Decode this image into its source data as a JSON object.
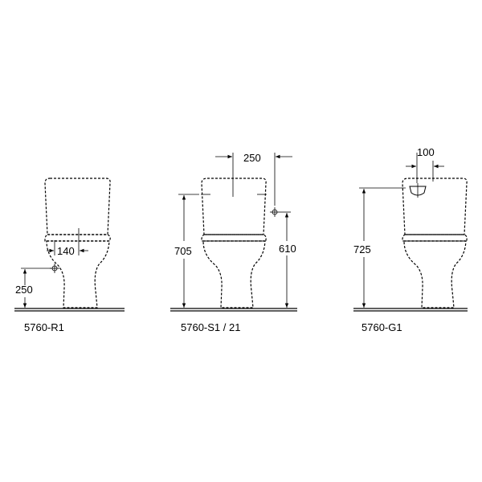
{
  "views": [
    {
      "model": "5760-R1",
      "dimensions": {
        "horizontal": "140",
        "height": "250"
      }
    },
    {
      "model": "5760-S1 / 21",
      "dimensions": {
        "horizontal": "250",
        "height_total": "705",
        "height_outlet": "610"
      }
    },
    {
      "model": "5760-G1",
      "dimensions": {
        "horizontal": "100",
        "height_total": "725"
      }
    }
  ],
  "colors": {
    "line": "#000000",
    "background": "#ffffff"
  }
}
